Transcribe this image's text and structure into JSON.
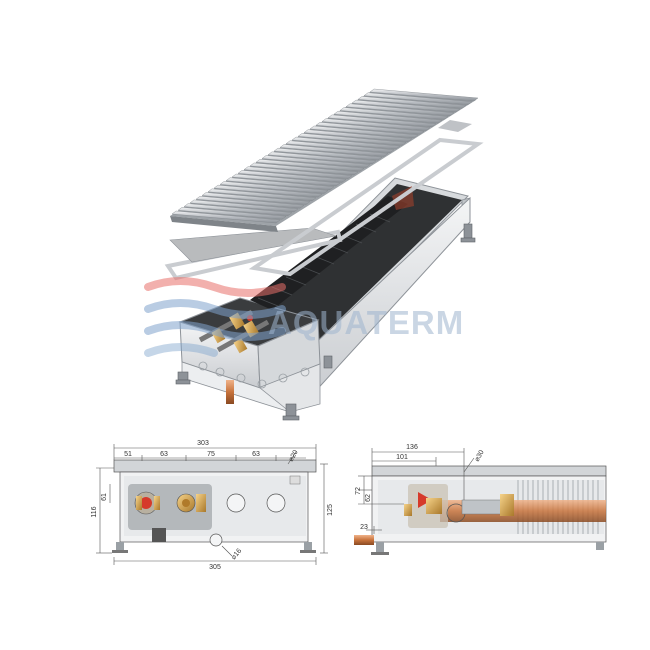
{
  "watermark": {
    "brand": "AQUATERM",
    "colors": {
      "red": "#e8706a",
      "blue": "#7fa3cc"
    }
  },
  "front_view": {
    "dims": {
      "overall_width": "303",
      "seg1": "51",
      "seg2": "63",
      "seg3": "75",
      "seg4": "63",
      "diam_top": "⌀20",
      "height_left_small": "61",
      "height_left_big": "116",
      "height_right": "125",
      "bottom_width": "305",
      "diam_bottom": "⌀16"
    }
  },
  "side_view": {
    "dims": {
      "width_top": "136",
      "width_inner": "101",
      "diam": "⌀30",
      "h1": "72",
      "h2": "62",
      "h3": "23"
    }
  },
  "colors": {
    "grille": "#c9ccd0",
    "tray": "#e6e8ea",
    "interior": "#3a3a3a",
    "fins": "#2b2b2b",
    "copper": "#c8733c",
    "valve_red": "#d63a2a",
    "brass": "#d9a441",
    "line": "#555555"
  }
}
